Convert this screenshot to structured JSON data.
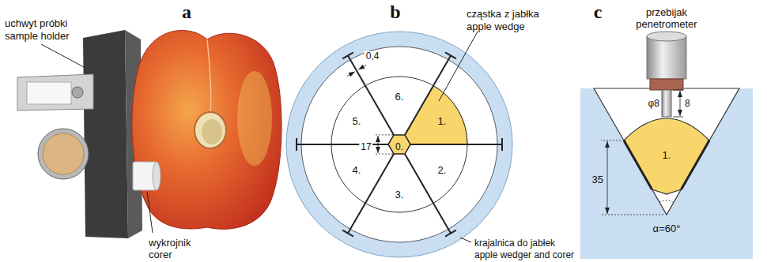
{
  "diagram": {
    "labels": [
      "a",
      "b",
      "c",
      "uchwyt próbki",
      "sample holder",
      "wykrojnik",
      "corer",
      "0,4",
      "5.",
      "6.",
      "1.",
      "17",
      "0.",
      "4.",
      "2.",
      "3.",
      "cząstka z jabłka",
      "apple wedge",
      "krajalnica do jabłek",
      "apple wedger and corer",
      "przebijak",
      "penetrometer",
      "φ8",
      "8",
      "1.",
      "35",
      "α=60°"
    ]
  }
}
